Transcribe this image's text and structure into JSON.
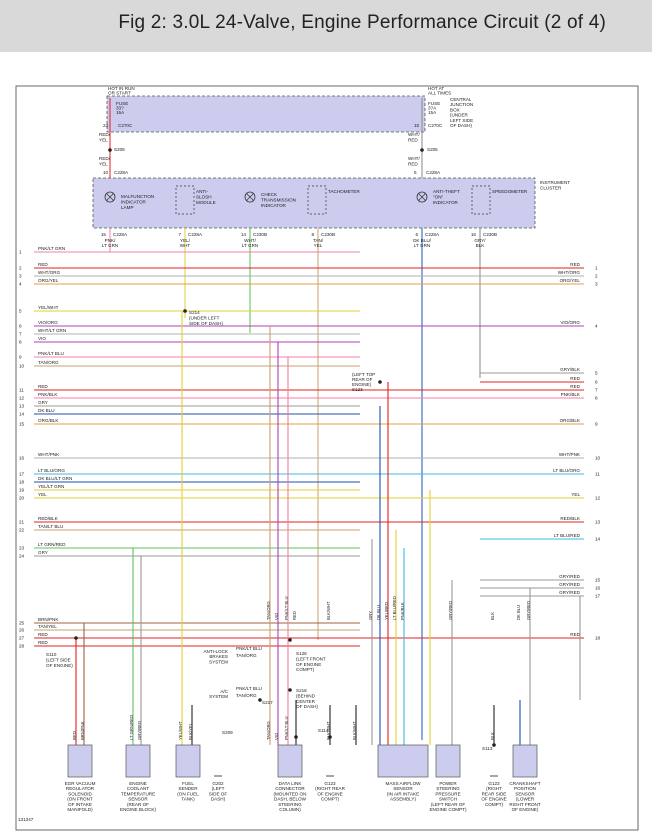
{
  "header": {
    "title": "Fig 2: 3.0L 24-Valve, Engine Performance Circuit (2 of 4)"
  },
  "top_labels": {
    "hot_left": [
      "HOT IN RUN",
      "OR START"
    ],
    "hot_right": [
      "HOT AT",
      "ALL TIMES"
    ],
    "fuse_left": [
      "FUSE",
      "33?",
      "15A"
    ],
    "fuse_right": [
      "FUSE",
      "3?A",
      "15A"
    ],
    "cjb": [
      "CENTRAL",
      "JUNCTION",
      "BOX",
      "(UNDER",
      "LEFT SIDE",
      "OF DASH)"
    ],
    "c270c_left": "C270C",
    "c270c_right": "C270C",
    "pin_23": "23",
    "pin_15": "15",
    "wire_red_yel_a": [
      "RED/",
      "YEL"
    ],
    "wire_wht_red_a": [
      "WHT/",
      "RED"
    ],
    "s208": "S208",
    "s205": "S205",
    "wire_red_yel_b": [
      "RED/",
      "YEL"
    ],
    "wire_wht_red_b": [
      "WHT/",
      "RED"
    ],
    "c228a_l": "C228A",
    "c228a_r": "C228A",
    "pin_10": "10",
    "pin_5": "5",
    "ic": [
      "INSTRUMENT",
      "CLUSTER"
    ],
    "mil": [
      "MALFUNCTION",
      "INDICATOR",
      "LAMP"
    ],
    "antislosh": [
      "ANTI-",
      "SLOSH",
      "MODULE"
    ],
    "ctrans": [
      "CHECK",
      "TRANSMISSION",
      "INDICATOR"
    ],
    "tach": "TACHOMETER",
    "antitheft": [
      "ANTI-THEFT",
      "\"ON\"",
      "INDICATOR"
    ],
    "speedo": "SPEEDOMETER"
  },
  "cluster_pins": [
    {
      "pin": "15",
      "conn": "C228A",
      "wire": [
        "PNK/",
        "LT GRN"
      ]
    },
    {
      "pin": "7",
      "conn": "C228A",
      "wire": [
        "YEL/",
        "WHT"
      ]
    },
    {
      "pin": "14",
      "conn": "C230B",
      "wire": [
        "WHT/",
        "LT GRN"
      ]
    },
    {
      "pin": "8",
      "conn": "C230B",
      "wire": [
        "TAN/",
        "YEL"
      ]
    },
    {
      "pin": "6",
      "conn": "C228A",
      "wire": [
        "DK BLU/",
        "LT GRN"
      ]
    },
    {
      "pin": "16",
      "conn": "C230B",
      "wire": [
        "GRY/",
        "BLK"
      ]
    }
  ],
  "bus_rows": [
    {
      "n": "1",
      "left": "PNK/LT GRN",
      "right": "",
      "rn": ""
    },
    {
      "n": "2",
      "left": "RED",
      "right": "RED",
      "rn": "1"
    },
    {
      "n": "3",
      "left": "WHT/ORG",
      "right": "WHT/ORG",
      "rn": "2"
    },
    {
      "n": "4",
      "left": "ORG/YEL",
      "right": "ORG/YEL",
      "rn": "3"
    },
    {
      "n": "5",
      "left": "YEL/WHT",
      "right": "",
      "rn": ""
    },
    {
      "n": "6",
      "left": "VIO/ORG",
      "right": "VIO/ORG",
      "rn": "4"
    },
    {
      "n": "7",
      "left": "WHT/LT GRN",
      "right": "",
      "rn": ""
    },
    {
      "n": "8",
      "left": "VIO",
      "right": "",
      "rn": ""
    },
    {
      "n": "9",
      "left": "PNK/LT BLU",
      "right": "",
      "rn": ""
    },
    {
      "n": "10",
      "left": "TAN/ORG",
      "right": "",
      "rn": ""
    },
    {
      "n": "",
      "left": "",
      "right": "GRY/BLK",
      "rn": "5"
    },
    {
      "n": "",
      "left": "",
      "right": "RED",
      "rn": "6"
    },
    {
      "n": "11",
      "left": "RED",
      "right": "RED",
      "rn": "7"
    },
    {
      "n": "12",
      "left": "PNK/BLK",
      "right": "PNK/BLK",
      "rn": "8"
    },
    {
      "n": "13",
      "left": "GRY",
      "right": "",
      "rn": ""
    },
    {
      "n": "14",
      "left": "DK BLU",
      "right": "",
      "rn": ""
    },
    {
      "n": "15",
      "left": "ORG/BLK",
      "right": "ORG/BLK",
      "rn": "9"
    },
    {
      "n": "16",
      "left": "WHT/PNK",
      "right": "WHT/PNK",
      "rn": "10"
    },
    {
      "n": "17",
      "left": "LT BLU/ORG",
      "right": "LT BLU/ORG",
      "rn": "11"
    },
    {
      "n": "18",
      "left": "DK BLU/LT GRN",
      "right": "",
      "rn": ""
    },
    {
      "n": "19",
      "left": "YEL/LT GRN",
      "right": "",
      "rn": ""
    },
    {
      "n": "20",
      "left": "YEL",
      "right": "YEL",
      "rn": "12"
    },
    {
      "n": "21",
      "left": "RED/BLK",
      "right": "RED/BLK",
      "rn": "13"
    },
    {
      "n": "22",
      "left": "TAN/LT BLU",
      "right": "",
      "rn": ""
    },
    {
      "n": "",
      "left": "",
      "right": "LT BLU/RED",
      "rn": "14"
    },
    {
      "n": "23",
      "left": "LT GRN/RED",
      "right": "",
      "rn": ""
    },
    {
      "n": "24",
      "left": "GRY",
      "right": "",
      "rn": ""
    },
    {
      "n": "",
      "left": "",
      "right": "GRY/RED",
      "rn": "15"
    },
    {
      "n": "",
      "left": "",
      "right": "GRY/RED",
      "rn": "16"
    },
    {
      "n": "",
      "left": "",
      "right": "GRY/RED",
      "rn": "17"
    },
    {
      "n": "25",
      "left": "BRN/PNK",
      "right": "",
      "rn": ""
    },
    {
      "n": "26",
      "left": "TAN/YEL",
      "right": "",
      "rn": ""
    },
    {
      "n": "27",
      "left": "RED",
      "right": "RED",
      "rn": "18"
    },
    {
      "n": "28",
      "left": "RED",
      "right": "",
      "rn": ""
    }
  ],
  "splices": {
    "s214": [
      "S214",
      "(UNDER LEFT",
      "SIDE OF DASH)"
    ],
    "s123": [
      "(LEFT TOP",
      "REAR OF",
      "ENGINE)",
      "S123"
    ],
    "s110": [
      "S110",
      "(LEFT SIDE",
      "OF ENGINE)"
    ],
    "s126": [
      "S126",
      "(LEFT FRONT",
      "OF ENGINE",
      "COMPT)"
    ],
    "s218": [
      "S218",
      "(BEHIND",
      "CENTER",
      "OF DASH)"
    ],
    "s217": "S217",
    "s209": "S209",
    "s114": "S114",
    "s113": "S113"
  },
  "systems": {
    "abs": [
      "ANTI-LOCK",
      "BRAKES",
      "SYSTEM"
    ],
    "abs_wires": [
      "PNK/LT BLU",
      "TAN/ORG"
    ],
    "ac": [
      "A/C",
      "SYSTEM"
    ],
    "ac_wires": [
      "PNK/LT BLU",
      "TAN/ORG"
    ]
  },
  "vertical_wire_labels": [
    "TAN/ORG",
    "VIO",
    "PNK/LT BLU",
    "RED",
    "BLK/WHT",
    "GRY",
    "DK BLU",
    "YEL/RED",
    "LT BLU/RED",
    "PNK/BLK",
    "GRY/RED",
    "BLK",
    "DK BLU",
    "GRY/RED",
    "RED",
    "BRN/PNK",
    "LT GRN/RED",
    "GRY/RED",
    "YEL/WHT",
    "BLK/YEL",
    "TAN/ORG",
    "VIO",
    "PNK/LT BLU",
    "BLK/WHT",
    "BLK/WHT",
    "BLK"
  ],
  "components": [
    {
      "id": "egr",
      "lines": [
        "EGR VACUUM",
        "REGULATOR",
        "SOLENOID",
        "(ON FRONT",
        "OF INTAKE",
        "MANIFOLD)"
      ]
    },
    {
      "id": "ect",
      "lines": [
        "ENGINE",
        "COOLANT",
        "TEMPERATURE",
        "SENSOR",
        "(REAR OF",
        "ENGINE BLOCK)"
      ]
    },
    {
      "id": "fuel",
      "lines": [
        "FUEL",
        "SENDER",
        "(ON FUEL",
        "TANK)"
      ]
    },
    {
      "id": "g202",
      "lines": [
        "G202",
        "(LEFT",
        "SIDE OF",
        "DASH)"
      ]
    },
    {
      "id": "dlc",
      "lines": [
        "DATA LINK",
        "CONNECTOR",
        "(MOUNTED ON",
        "DASH, BELOW",
        "STEERING",
        "COLUMN)"
      ]
    },
    {
      "id": "g123a",
      "lines": [
        "G123",
        "(RIGHT REAR",
        "OF ENGINE",
        "COMPT)"
      ]
    },
    {
      "id": "maf",
      "lines": [
        "MASS AIRFLOW",
        "SENSOR",
        "(IN AIR INTAKE",
        "ASSEMBLY)"
      ]
    },
    {
      "id": "ps",
      "lines": [
        "POWER",
        "STEERING",
        "PRESSURE",
        "SWITCH",
        "(LEFT REAR OF",
        "ENGINE COMPT)"
      ]
    },
    {
      "id": "g123b",
      "lines": [
        "G123",
        "(RIGHT",
        "REAR SIDE",
        "OF ENGINE",
        "COMPT)"
      ]
    },
    {
      "id": "ckp",
      "lines": [
        "CRANKSHAFT",
        "POSITION",
        "SENSOR",
        "(LOWER",
        "RIGHT FRONT",
        "OF ENGINE)"
      ]
    }
  ],
  "footer_id": "131347"
}
